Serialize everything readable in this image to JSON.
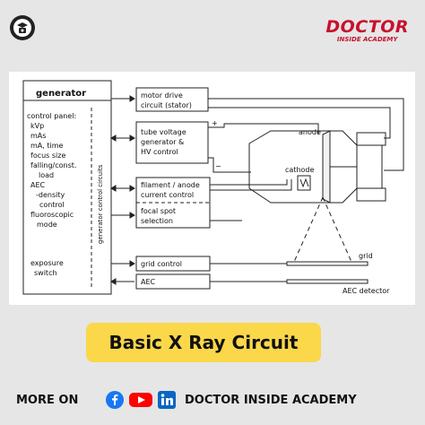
{
  "brand": {
    "name": "DOCTOR",
    "tagline": "INSIDE ACADEMY"
  },
  "diagram": {
    "generator_title": "generator",
    "control_panel_lines": [
      "control panel:",
      "kVp",
      "mAs",
      "mA, time",
      "focus size",
      "falling/const.",
      "load",
      "AEC",
      "-density",
      "control",
      "fluoroscopic",
      "mode"
    ],
    "exposure_switch_lines": [
      "exposure",
      "switch"
    ],
    "generator_circuits_label": "generator control circuits",
    "motor_drive_lines": [
      "motor drive",
      "circuit (stator)"
    ],
    "tube_voltage_lines": [
      "tube voltage",
      "generator &",
      "HV control"
    ],
    "filament_lines": [
      "filament / anode",
      "current control"
    ],
    "focal_spot_lines": [
      "focal spot",
      "selection"
    ],
    "grid_control": "grid control",
    "aec": "AEC",
    "plus_sign": "+",
    "minus_sign": "−",
    "anode": "anode",
    "cathode": "cathode",
    "grid": "grid",
    "aec_detector": "AEC detector"
  },
  "title": "Basic X Ray Circuit",
  "footer": {
    "more_on": "MORE ON",
    "academy": "DOCTOR INSIDE ACADEMY"
  },
  "social_icons": [
    "facebook-icon",
    "youtube-icon",
    "linkedin-icon"
  ],
  "colors": {
    "brand_red": "#c8102e",
    "title_bg": "#fbd74a",
    "facebook": "#1877f2",
    "youtube": "#ff0000",
    "linkedin": "#0a66c2"
  }
}
